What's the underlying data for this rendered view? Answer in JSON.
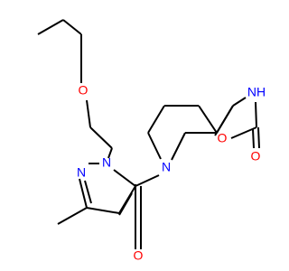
{
  "molecule": {
    "atoms": {
      "ether_o": "O",
      "pyrazole_n1": "N",
      "pyrazole_n2": "N",
      "spiro_n": "N",
      "nh": "NH",
      "ring_o": "O",
      "carbonyl_o_amide": "O",
      "carbonyl_o_ring": "O"
    }
  }
}
